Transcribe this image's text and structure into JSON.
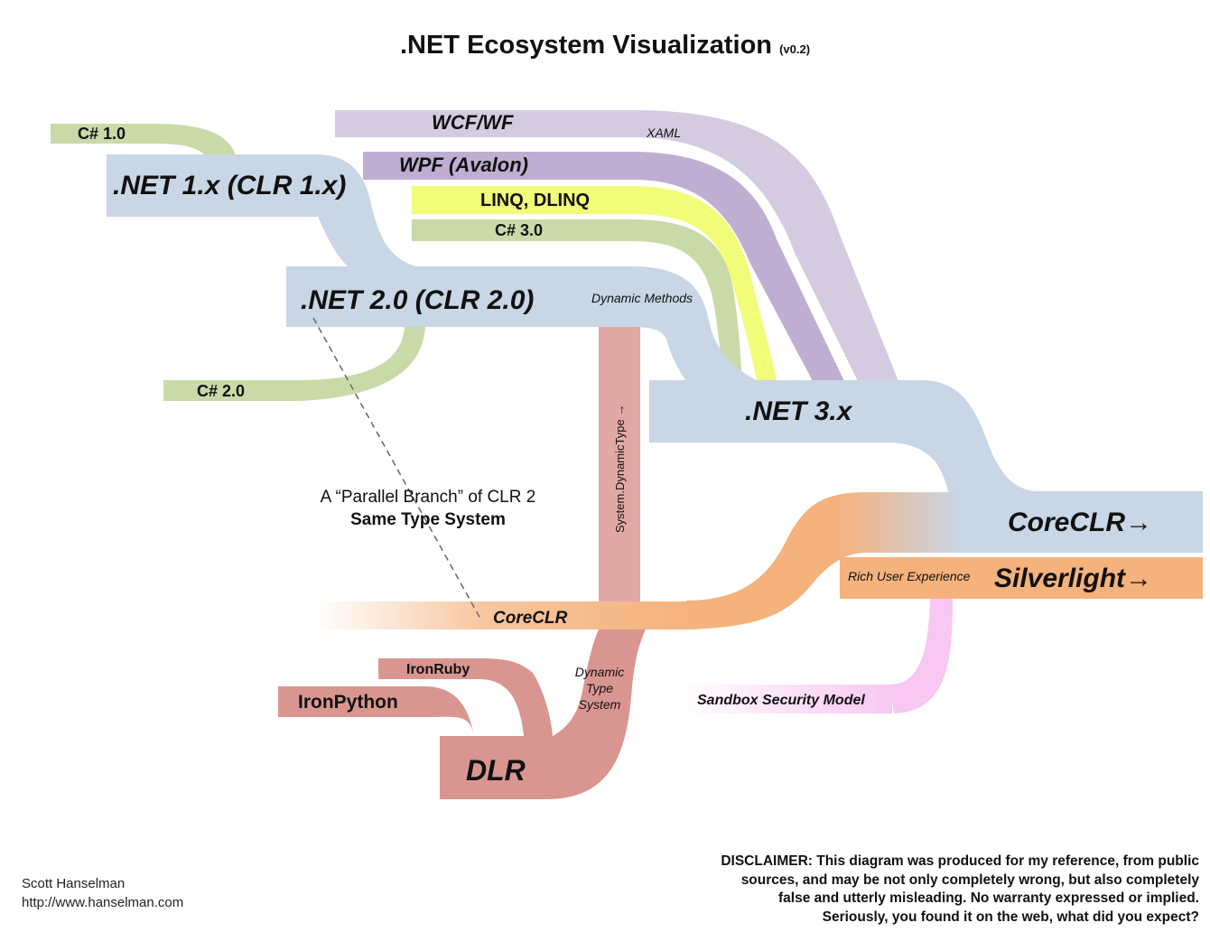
{
  "title": {
    "main": ".NET Ecosystem Visualization",
    "version": "(v0.2)"
  },
  "colors": {
    "clr_blue": "#c8d6e5",
    "csharp_green": "#c9daa8",
    "wcf_lavender": "#d4cbe0",
    "wpf_purple": "#bfaed2",
    "linq_yellow": "#f1fc78",
    "coreclr_orange": "#f5b27c",
    "dlr_rose": "#d99690",
    "dynamic_type_pink": "#e0a9a5",
    "sandbox_pink": "#f8c7f2"
  },
  "bands": {
    "csharp1": "C# 1.0",
    "net1": ".NET 1.x (CLR 1.x)",
    "wcf": "WCF/WF",
    "xaml": "XAML",
    "wpf": "WPF (Avalon)",
    "linq": "LINQ, DLINQ",
    "csharp3": "C# 3.0",
    "net2": ".NET 2.0 (CLR 2.0)",
    "dynamic_methods": "Dynamic Methods",
    "csharp2": "C# 2.0",
    "net3": ".NET 3.x",
    "system_dynamic_type": "System.DynamicType →",
    "coreclr_main": "CoreCLR→",
    "silverlight": "Silverlight→",
    "rich_ux": "Rich User Experience",
    "coreclr_branch": "CoreCLR",
    "ironruby": "IronRuby",
    "ironpython": "IronPython",
    "dlr": "DLR",
    "dynamic_type_system": [
      "Dynamic",
      "Type",
      "System"
    ],
    "sandbox": "Sandbox Security Model"
  },
  "annotation": {
    "line1": "A “Parallel Branch” of CLR 2",
    "line2": "Same Type System"
  },
  "footer": {
    "author": "Scott Hanselman",
    "url": "http://www.hanselman.com",
    "disclaimer": [
      "DISCLAIMER: This diagram was produced for my reference, from public",
      "sources, and may be not only completely wrong, but also completely",
      "false and utterly misleading. No warranty expressed or implied.",
      "Seriously, you found it on the web, what did you expect?"
    ]
  }
}
